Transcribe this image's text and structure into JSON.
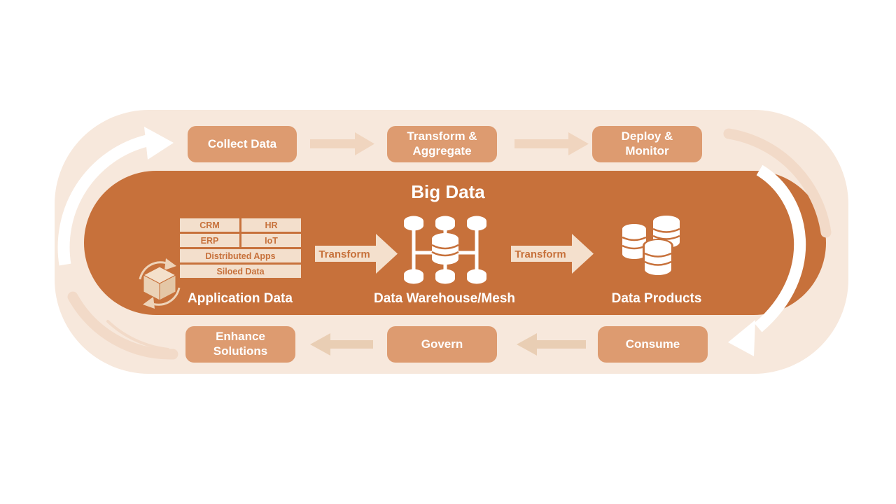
{
  "diagram": {
    "title": "Big Data",
    "top_flow": [
      {
        "label": "Collect Data"
      },
      {
        "label": "Transform & Aggregate"
      },
      {
        "label": "Deploy & Monitor"
      }
    ],
    "bottom_flow": [
      {
        "label": "Enhance Solutions"
      },
      {
        "label": "Govern"
      },
      {
        "label": "Consume"
      }
    ],
    "application_data": {
      "label": "Application Data",
      "sources": [
        "CRM",
        "HR",
        "ERP",
        "IoT",
        "Distributed Apps",
        "Siloed Data"
      ]
    },
    "warehouse": {
      "label": "Data Warehouse/Mesh"
    },
    "products": {
      "label": "Data Products"
    },
    "transform_left": {
      "label": "Transform"
    },
    "transform_right": {
      "label": "Transform"
    },
    "colors": {
      "background": "#FFFFFF",
      "outer_track": "#F7E8DC",
      "decorative_arc": "#F2DAC8",
      "big_data_fill": "#C7713B",
      "step_button_fill": "#DD9B70",
      "top_arrow_fill": "#F0D5BF",
      "bottom_arrow_fill": "#E9CEB4",
      "transform_arrow_fill": "#F4E0CD",
      "source_box_fill": "#F3DFCC",
      "accent_text": "#C7713B",
      "cycle_arrow": "#FFFFFF",
      "label_text": "#FFFFFF"
    }
  }
}
